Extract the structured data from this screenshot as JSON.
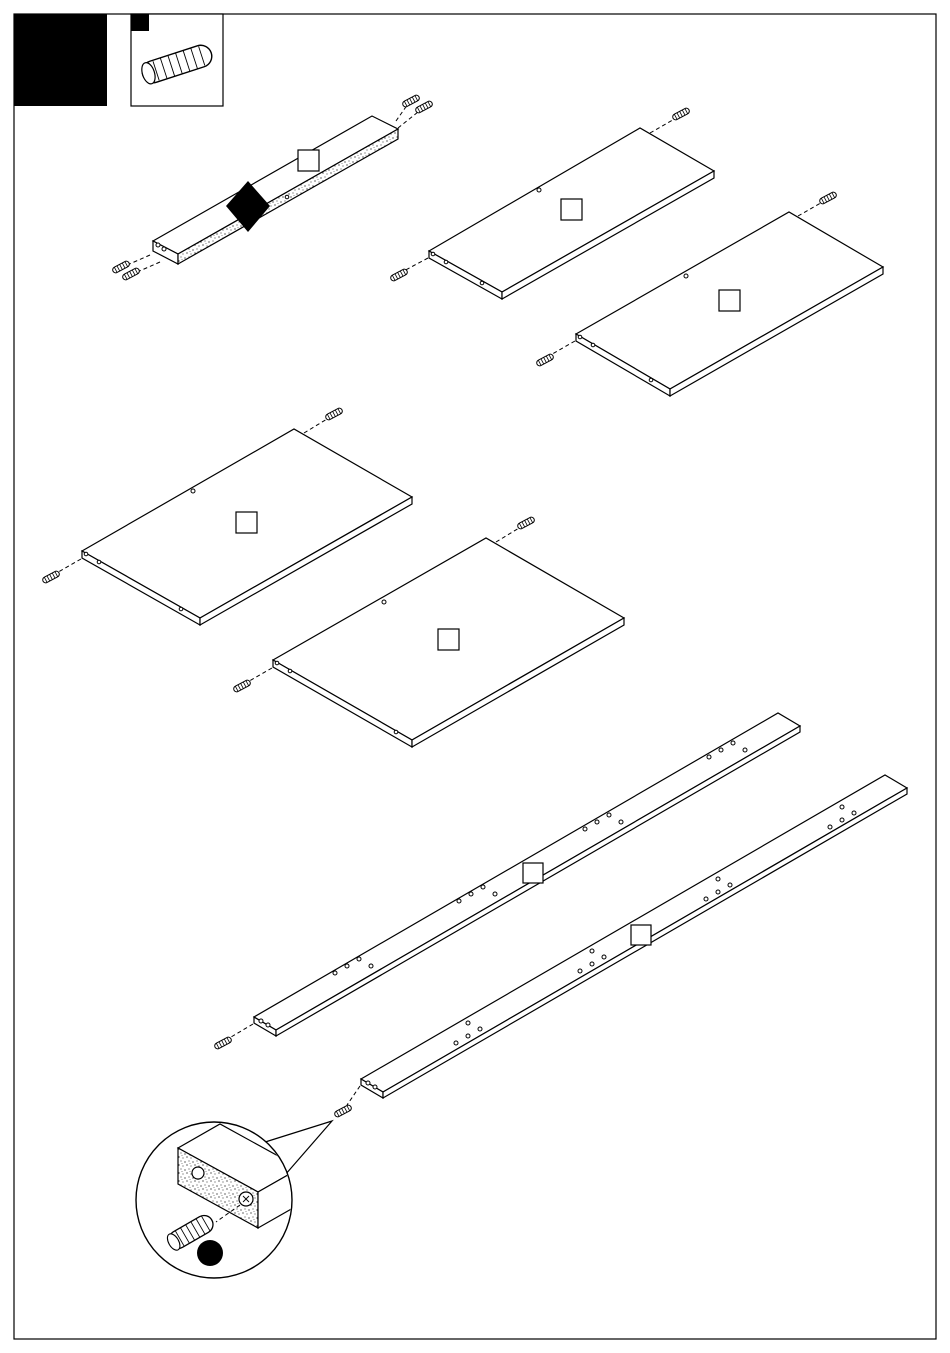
{
  "step": {
    "number": "",
    "hardware_qty": ""
  },
  "parts": [
    {
      "id": "top-rail",
      "label": ""
    },
    {
      "id": "shelf-1",
      "label": ""
    },
    {
      "id": "shelf-2",
      "label": ""
    },
    {
      "id": "shelf-3",
      "label": ""
    },
    {
      "id": "shelf-4",
      "label": ""
    },
    {
      "id": "long-rail-1",
      "label": ""
    },
    {
      "id": "long-rail-2",
      "label": ""
    }
  ],
  "colors": {
    "ink": "#000000",
    "paper": "#ffffff"
  },
  "icons": [
    "wooden-dowel-icon",
    "warning-diamond-icon",
    "detail-magnifier-icon"
  ]
}
